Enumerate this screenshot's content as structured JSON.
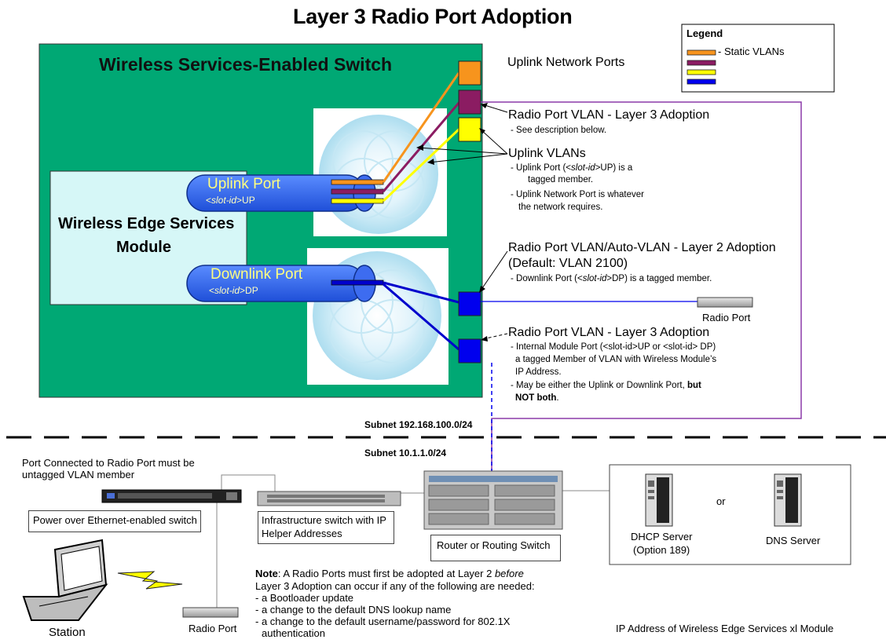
{
  "title": "Layer 3 Radio Port Adoption",
  "legend": {
    "title": "Legend",
    "items": [
      {
        "color": "#f7941d",
        "label": "- Static VLANs"
      },
      {
        "color": "#8b1c62",
        "label": ""
      },
      {
        "color": "#ffff00",
        "label": ""
      },
      {
        "color": "#0000ee",
        "label": ""
      }
    ]
  },
  "switch": {
    "title": "Wireless Services-Enabled Switch",
    "module_label_line1": "Wireless Edge Services",
    "module_label_line2": "Module"
  },
  "uplink_port": {
    "title": "Uplink Port",
    "sub_pre": "<",
    "sub_italic": "slot-id",
    "sub_post": ">UP"
  },
  "downlink_port": {
    "title": "Downlink Port",
    "sub_pre": "<",
    "sub_italic": "slot-id",
    "sub_post": ">DP"
  },
  "annotations": {
    "uplink_network_ports": "Uplink Network Ports",
    "radio_vlan_l3_top": {
      "heading": "Radio Port VLAN - Layer 3 Adoption",
      "line1": "- See description below."
    },
    "uplink_vlans": {
      "heading": "Uplink VLANs",
      "line1_pre": "- Uplink Port (<",
      "line1_italic": "slot-id",
      "line1_post": ">UP) is a",
      "line2": "tagged member.",
      "line3": "- Uplink Network Port is whatever",
      "line4": "the network requires."
    },
    "radio_vlan_l2": {
      "heading1": "Radio Port VLAN/Auto-VLAN - Layer 2 Adoption",
      "heading2": "(Default:  VLAN 2100)",
      "line1_pre": "- Downlink Port (<",
      "line1_italic": "slot-id",
      "line1_post": ">DP) is a tagged member."
    },
    "radio_port_right": "Radio Port",
    "radio_vlan_l3_bottom": {
      "heading": "Radio Port VLAN - Layer 3 Adoption",
      "line1": "- Internal Module Port (<slot-id>UP or <slot-id> DP)",
      "line2": "a tagged Member of VLAN with Wireless Module’s",
      "line3": "IP Address.",
      "line4": "- May be either the Uplink or Downlink Port, ",
      "line4_bold": "but",
      "line5_bold": "NOT both",
      "line5_post": "."
    }
  },
  "subnets": {
    "upper": "Subnet 192.168.100.0/24",
    "lower": "Subnet 10.1.1.0/24"
  },
  "bottom": {
    "port_connected_line1": "Port Connected to Radio Port must be",
    "port_connected_line2": "untagged VLAN member",
    "poe_switch": "Power over Ethernet-enabled switch",
    "infra_switch_line1": "Infrastructure switch with IP",
    "infra_switch_line2": "Helper Addresses",
    "router": "Router or Routing Switch",
    "dhcp_line1": "DHCP Server",
    "dhcp_line2": "(Option  189)",
    "or": "or",
    "dns": "DNS Server",
    "station": "Station",
    "radio_port": "Radio Port",
    "note_bold": "Note",
    "note_line1_post": ": A Radio Ports must first be adopted at Layer 2 ",
    "note_line1_italic": "before",
    "note_line2": "Layer 3 Adoption can occur if any of the following are needed:",
    "note_line3": "-  a Bootloader update",
    "note_line4": "-  a change to the default DNS lookup name",
    "note_line5": "- a change to the default username/password for 802.1X",
    "note_line6": "authentication",
    "ip_address_caption": "IP  Address of Wireless Edge Services xl Module"
  },
  "colors": {
    "switch_green": "#00a874",
    "module_cyan": "#d6f7f7",
    "port_blue": "#1a5cff",
    "orange": "#f7941d",
    "purple": "#8b1c62",
    "yellow": "#ffff00",
    "blue": "#0000ee"
  }
}
